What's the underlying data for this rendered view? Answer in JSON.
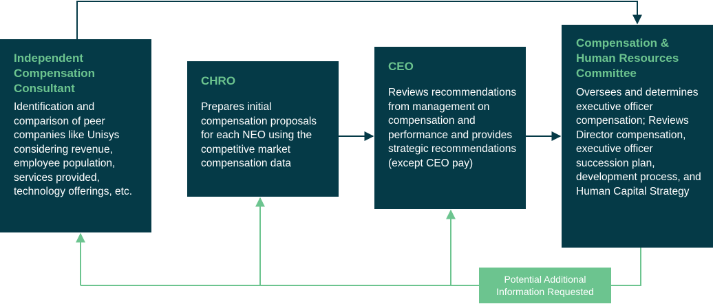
{
  "boxes": {
    "consultant": {
      "title": "Independent Compensation Consultant",
      "body": "Identification and comparison of peer companies like Unisys considering revenue, employee population, services provided, technology offerings, etc."
    },
    "chro": {
      "title": "CHRO",
      "body": "Prepares initial compensation proposals for each NEO using the competitive market compensation data"
    },
    "ceo": {
      "title": "CEO",
      "body": "Reviews recommendations from management on compensation and performance and provides strategic recommendations (except CEO pay)"
    },
    "committee": {
      "title": "Compensation & Human Resources Committee",
      "body": "Oversees and determines executive officer compensation; Reviews Director compensation, executive officer succession plan, development process, and Human Capital Strategy"
    }
  },
  "info_request": {
    "label": "Potential Additional Information Requested"
  },
  "colors": {
    "box_fill": "#053a47",
    "title_green": "#6cc48f",
    "feedback_line": "#6cc48f",
    "main_arrow": "#053a47"
  }
}
